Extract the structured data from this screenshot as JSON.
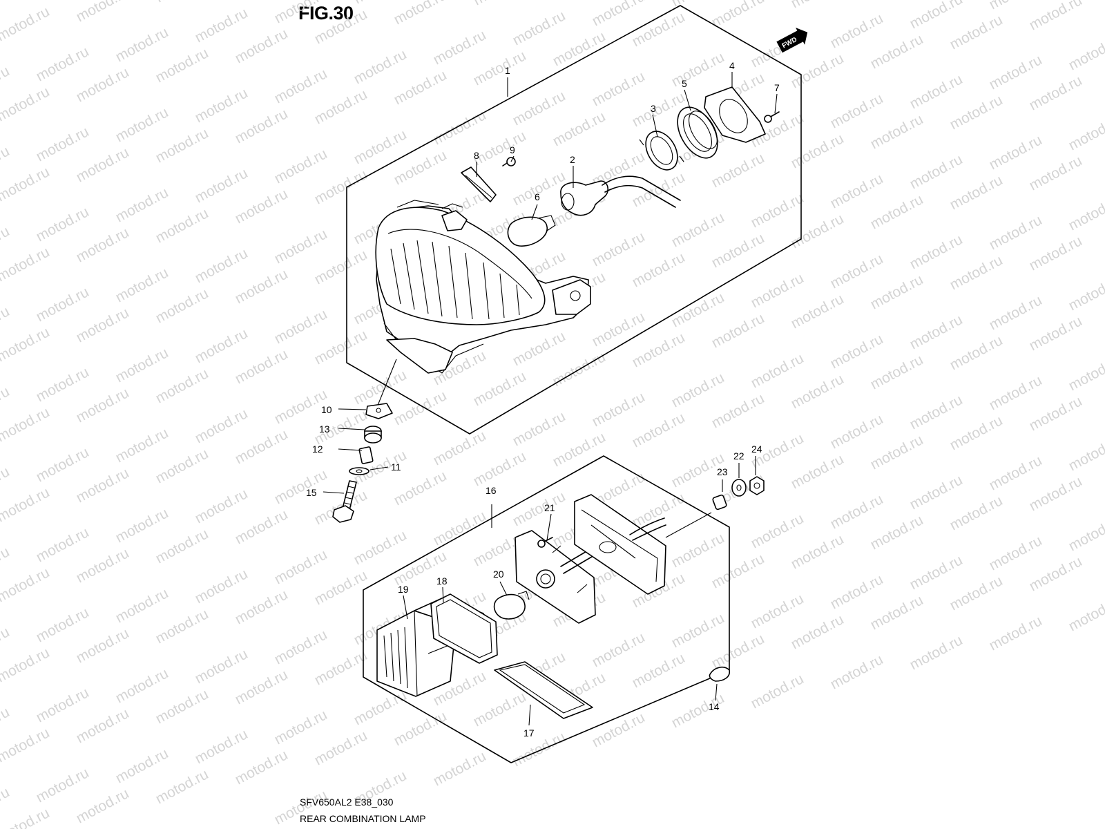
{
  "figure": {
    "label": "FIG.30"
  },
  "fwd_label": "FWD",
  "watermark": "motod.ru",
  "footer": {
    "model_code": "SFV650AL2 E38_030",
    "title": "REAR COMBINATION LAMP"
  },
  "callouts": {
    "c1": "1",
    "c2": "2",
    "c3": "3",
    "c4": "4",
    "c5": "5",
    "c6": "6",
    "c7": "7",
    "c8": "8",
    "c9": "9",
    "c10": "10",
    "c11": "11",
    "c12": "12",
    "c13": "13",
    "c14": "14",
    "c15": "15",
    "c16": "16",
    "c17": "17",
    "c18": "18",
    "c19": "19",
    "c20": "20",
    "c21": "21",
    "c22": "22",
    "c23": "23",
    "c24": "24"
  }
}
